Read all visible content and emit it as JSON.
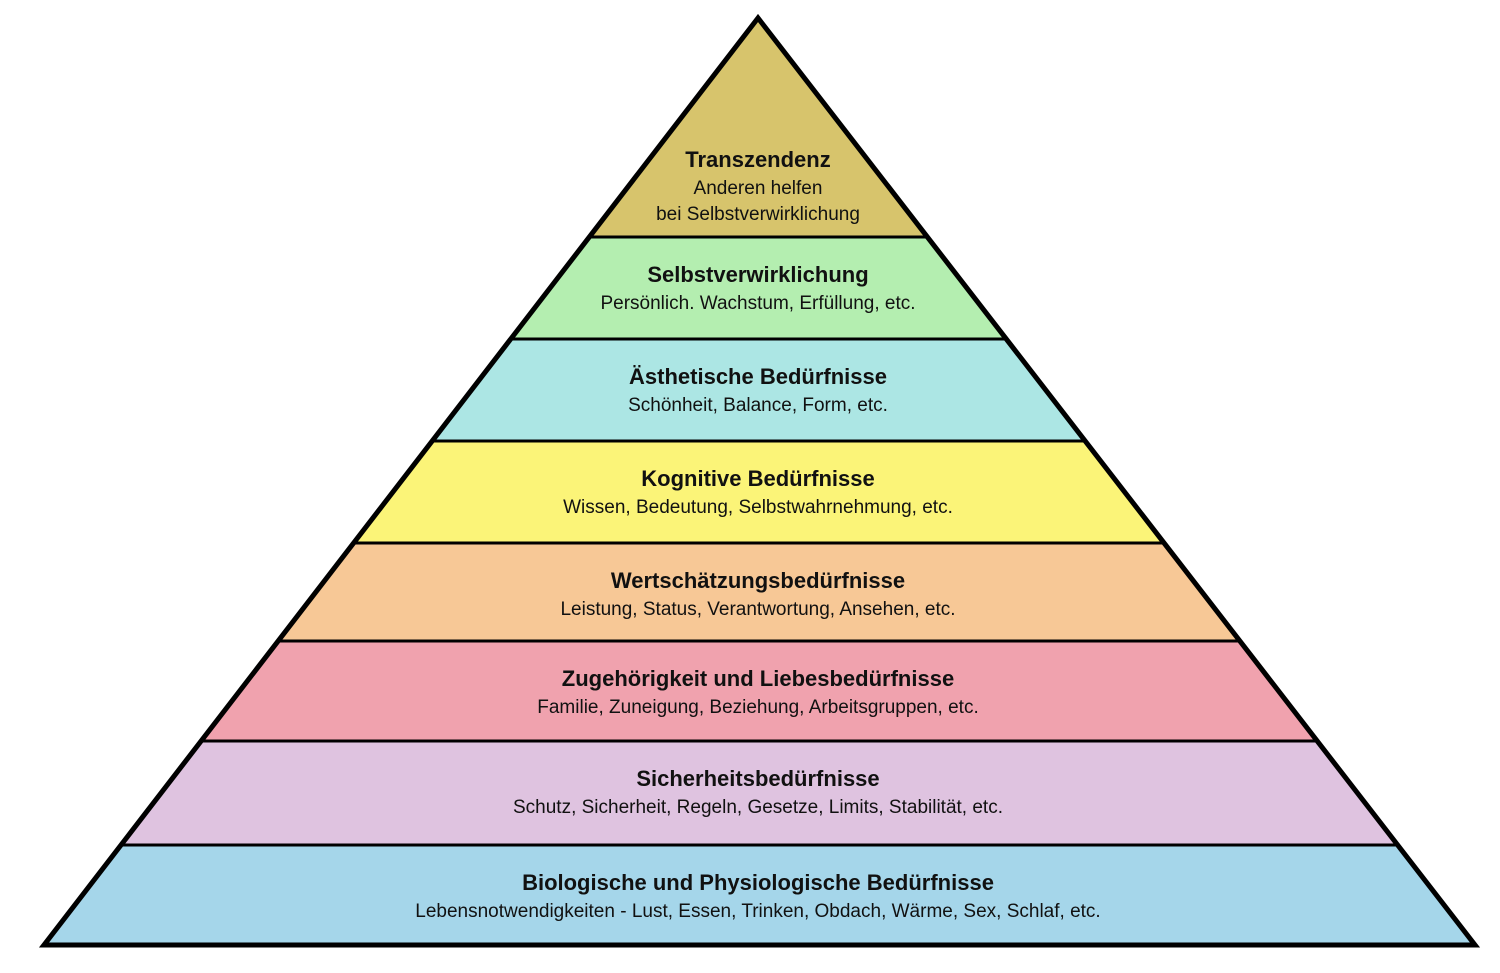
{
  "pyramid": {
    "levels": [
      {
        "title": "Transzendenz",
        "lines": [
          "Anderen helfen",
          "bei Selbstverwirklichung"
        ],
        "color": "#d7c46c"
      },
      {
        "title": "Selbstverwirklichung",
        "lines": [
          "Persönlich. Wachstum, Erfüllung, etc."
        ],
        "color": "#b4eeb0"
      },
      {
        "title": "Ästhetische Bedürfnisse",
        "lines": [
          "Schönheit, Balance, Form, etc."
        ],
        "color": "#ace6e4"
      },
      {
        "title": "Kognitive Bedürfnisse",
        "lines": [
          "Wissen, Bedeutung, Selbstwahrnehmung, etc."
        ],
        "color": "#fbf478"
      },
      {
        "title": "Wertschätzungsbedürfnisse",
        "lines": [
          "Leistung, Status, Verantwortung, Ansehen, etc."
        ],
        "color": "#f7c896"
      },
      {
        "title": "Zugehörigkeit und Liebesbedürfnisse",
        "lines": [
          "Familie, Zuneigung, Beziehung, Arbeitsgruppen, etc."
        ],
        "color": "#f0a2ae"
      },
      {
        "title": "Sicherheitsbedürfnisse",
        "lines": [
          "Schutz, Sicherheit, Regeln, Gesetze, Limits, Stabilität, etc."
        ],
        "color": "#dfc3e0"
      },
      {
        "title": "Biologische und Physiologische Bedürfnisse",
        "lines": [
          "Lebensnotwendigkeiten - Lust, Essen, Trinken, Obdach, Wärme, Sex, Schlaf, etc."
        ],
        "color": "#a5d6ea"
      }
    ]
  }
}
